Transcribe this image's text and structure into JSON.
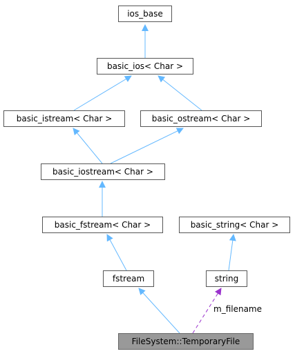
{
  "nodes": {
    "ios_base": "ios_base",
    "basic_ios": "basic_ios< Char >",
    "basic_istream": "basic_istream< Char >",
    "basic_ostream": "basic_ostream< Char >",
    "basic_iostream": "basic_iostream< Char >",
    "basic_fstream": "basic_fstream< Char >",
    "basic_string": "basic_string< Char >",
    "fstream": "fstream",
    "string": "string",
    "temporary_file": "FileSystem::TemporaryFile"
  },
  "edge_labels": {
    "m_filename": "m_filename"
  },
  "colors": {
    "inheritance_edge": "#63b8ff",
    "usage_edge": "#9a32cd",
    "highlight_node": "#999999"
  }
}
